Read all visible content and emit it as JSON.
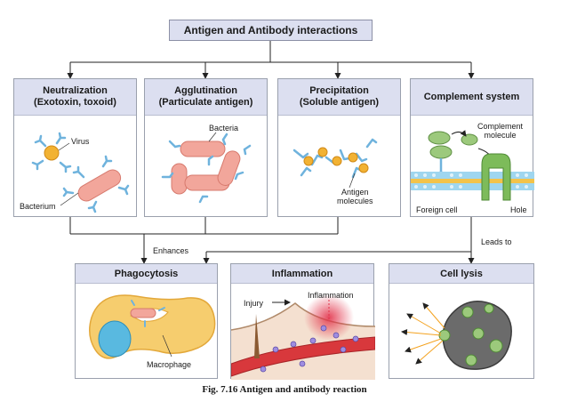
{
  "title": "Antigen and Antibody interactions",
  "top_boxes": [
    {
      "title": "Neutralization\n(Exotoxin, toxoid)",
      "labels": [
        "Virus",
        "Bacterium"
      ]
    },
    {
      "title": "Agglutination\n(Particulate antigen)",
      "labels": [
        "Bacteria"
      ]
    },
    {
      "title": "Precipitation\n(Soluble antigen)",
      "labels": [
        "Antigen\nmolecules"
      ]
    },
    {
      "title": "Complement system",
      "labels": [
        "Complement\nmolecule",
        "Foreign cell",
        "Hole"
      ]
    }
  ],
  "bottom_boxes": [
    {
      "title": "Phagocytosis",
      "labels": [
        "Macrophage"
      ]
    },
    {
      "title": "Inflammation",
      "labels": [
        "Injury",
        "Inflammation"
      ]
    },
    {
      "title": "Cell lysis",
      "labels": []
    }
  ],
  "connectors": {
    "enhances": "Enhances",
    "leads_to": "Leads to"
  },
  "caption": "Fig. 7.16 Antigen and antibody reaction"
}
